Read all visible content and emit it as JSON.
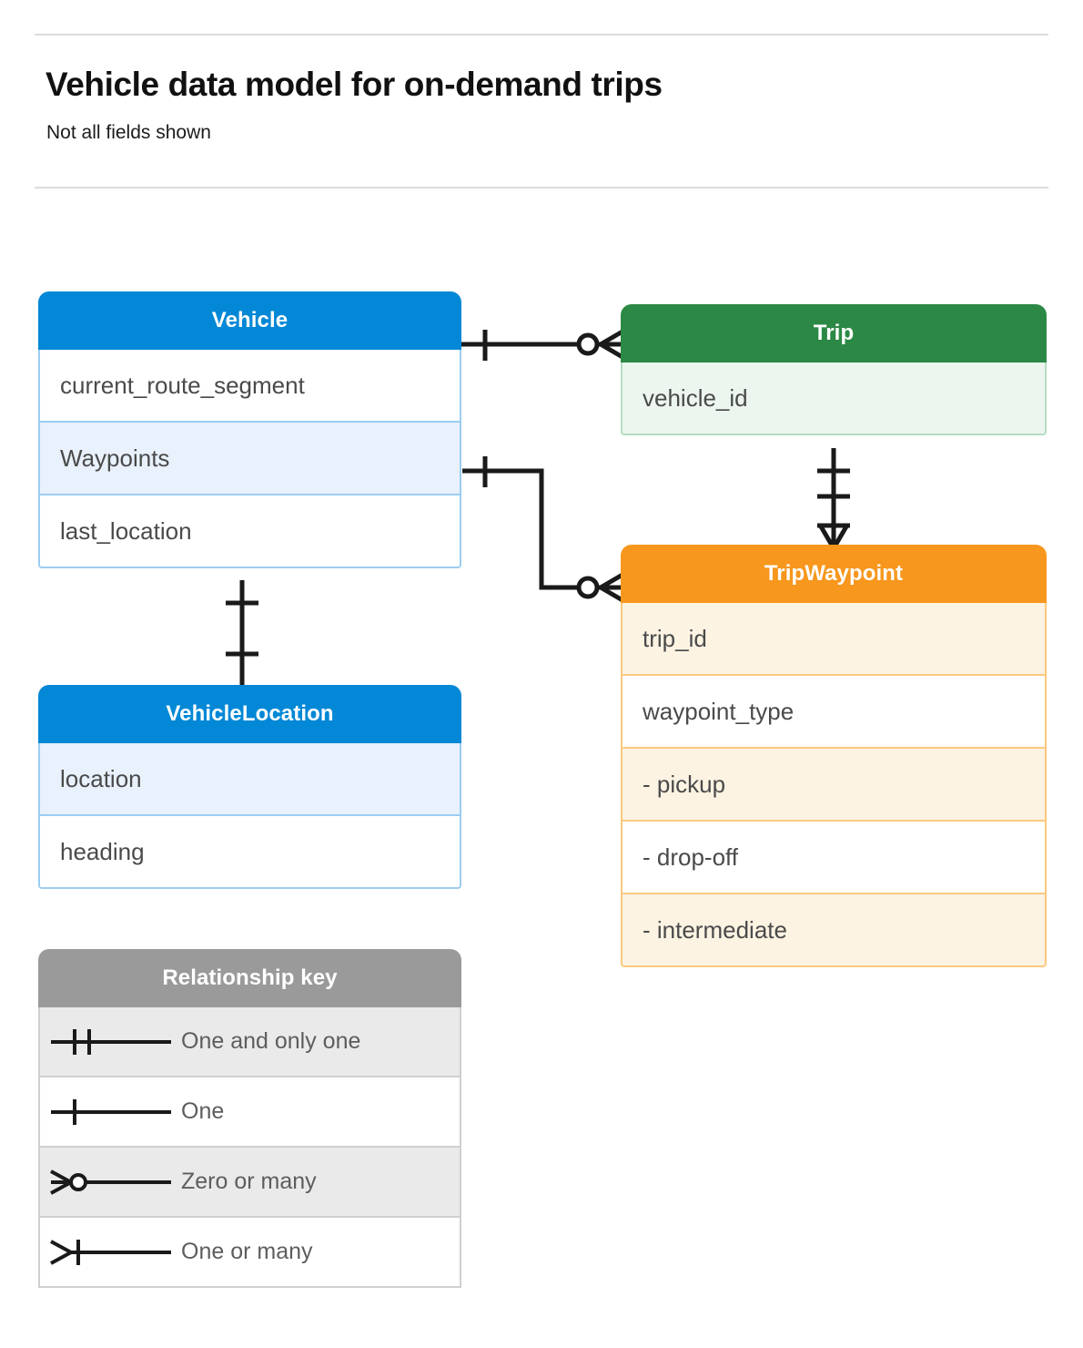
{
  "header": {
    "title": "Vehicle data model for on-demand trips",
    "subtitle": "Not all fields shown"
  },
  "colors": {
    "vehicle_header": "#0288D6",
    "vehicle_row_tint": "#E8F1FC",
    "vehicle_border": "#9CCDF2",
    "trip_header": "#2C8945",
    "trip_row_tint": "#ECF5EE",
    "trip_border": "#B5DCC0",
    "waypoint_header": "#F7971D",
    "waypoint_row_tint": "#FDF3E3",
    "waypoint_border": "#FBC981",
    "legend_header": "#9A9A9A",
    "legend_row_tint": "#EAEAEA",
    "legend_border": "#CFCFCF",
    "field_text": "#4A4A4A",
    "connector": "#1A1A1A"
  },
  "entities": {
    "vehicle": {
      "name": "Vehicle",
      "fields": [
        "current_route_segment",
        "Waypoints",
        "last_location"
      ]
    },
    "vehicle_location": {
      "name": "VehicleLocation",
      "fields": [
        "location",
        "heading"
      ]
    },
    "trip": {
      "name": "Trip",
      "fields": [
        "vehicle_id"
      ]
    },
    "trip_waypoint": {
      "name": "TripWaypoint",
      "fields": [
        "trip_id",
        "waypoint_type",
        "-  pickup",
        "-  drop-off",
        "-  intermediate"
      ]
    }
  },
  "legend": {
    "title": "Relationship key",
    "items": [
      {
        "symbol": "one-and-only-one",
        "label": "One and only one"
      },
      {
        "symbol": "one",
        "label": "One"
      },
      {
        "symbol": "zero-or-many",
        "label": "Zero or many"
      },
      {
        "symbol": "one-or-many",
        "label": "One or many"
      }
    ]
  },
  "relationships": [
    {
      "from": "Vehicle",
      "to": "Trip",
      "from_cardinality": "One",
      "to_cardinality": "Zero or many"
    },
    {
      "from": "Vehicle.Waypoints",
      "to": "TripWaypoint",
      "from_cardinality": "One",
      "to_cardinality": "Zero or many"
    },
    {
      "from": "Trip",
      "to": "TripWaypoint",
      "from_cardinality": "One and only one",
      "to_cardinality": "One or many"
    },
    {
      "from": "Vehicle",
      "to": "VehicleLocation",
      "from_cardinality": "One",
      "to_cardinality": "One"
    }
  ]
}
